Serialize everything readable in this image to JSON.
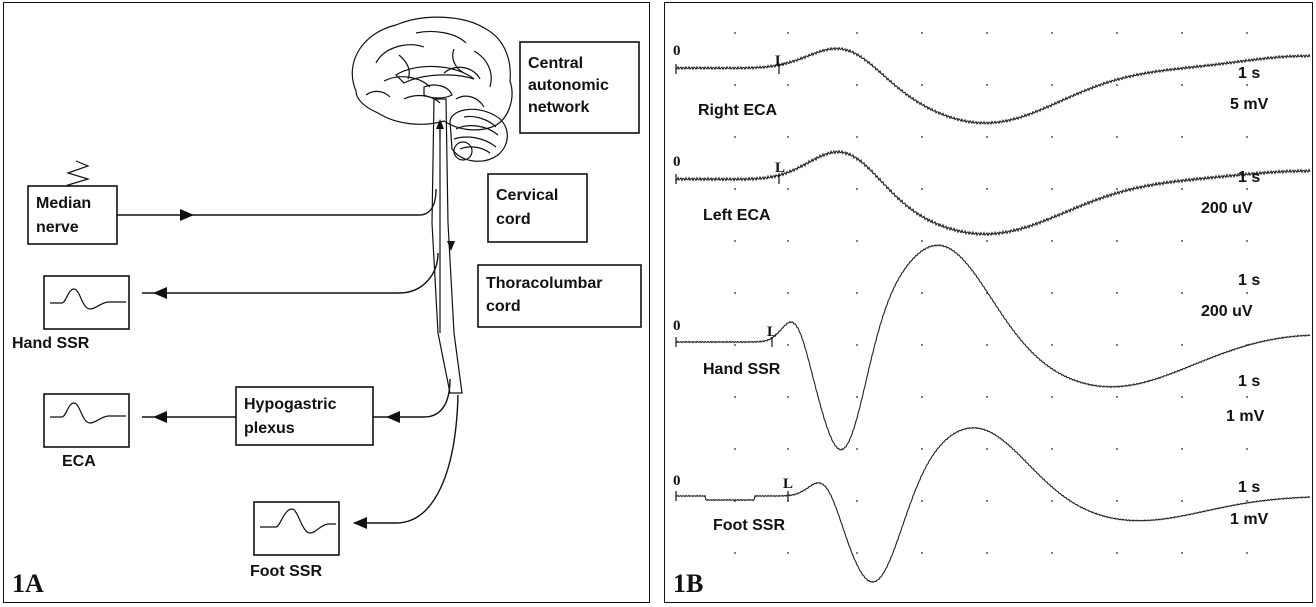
{
  "panel_a": {
    "label": "1A",
    "boxes": {
      "central_line1": "Central",
      "central_line2": "autonomic",
      "central_line3": "network",
      "median_line1": "Median",
      "median_line2": "nerve",
      "hypogastric_line1": "Hypogastric",
      "hypogastric_line2": "plexus",
      "thoracolumbar_line1": "Thoracolumbar",
      "thoracolumbar_line2": "cord",
      "cervical_line1": "Cervical",
      "cervical_line2": "cord"
    },
    "captions": {
      "hand_ssr": "Hand SSR",
      "eca": "ECA",
      "foot_ssr": "Foot SSR"
    }
  },
  "panel_b": {
    "label": "1B",
    "traces": [
      {
        "name": "Right ECA",
        "zero": "0",
        "marker": "L",
        "time": "1 s",
        "gain": "5 mV"
      },
      {
        "name": "Left ECA",
        "zero": "0",
        "marker": "L",
        "time": "1 s",
        "gain": "200 uV"
      },
      {
        "name": "Hand SSR",
        "zero": "0",
        "marker": "L",
        "time": "1 s",
        "gain": "200 uV"
      },
      {
        "name": "Foot SSR",
        "zero": "0",
        "marker": "L",
        "time": "1 s",
        "gain": "1 mV"
      }
    ],
    "extra_labels": {
      "time": "1 s",
      "gain": "1 mV"
    }
  }
}
